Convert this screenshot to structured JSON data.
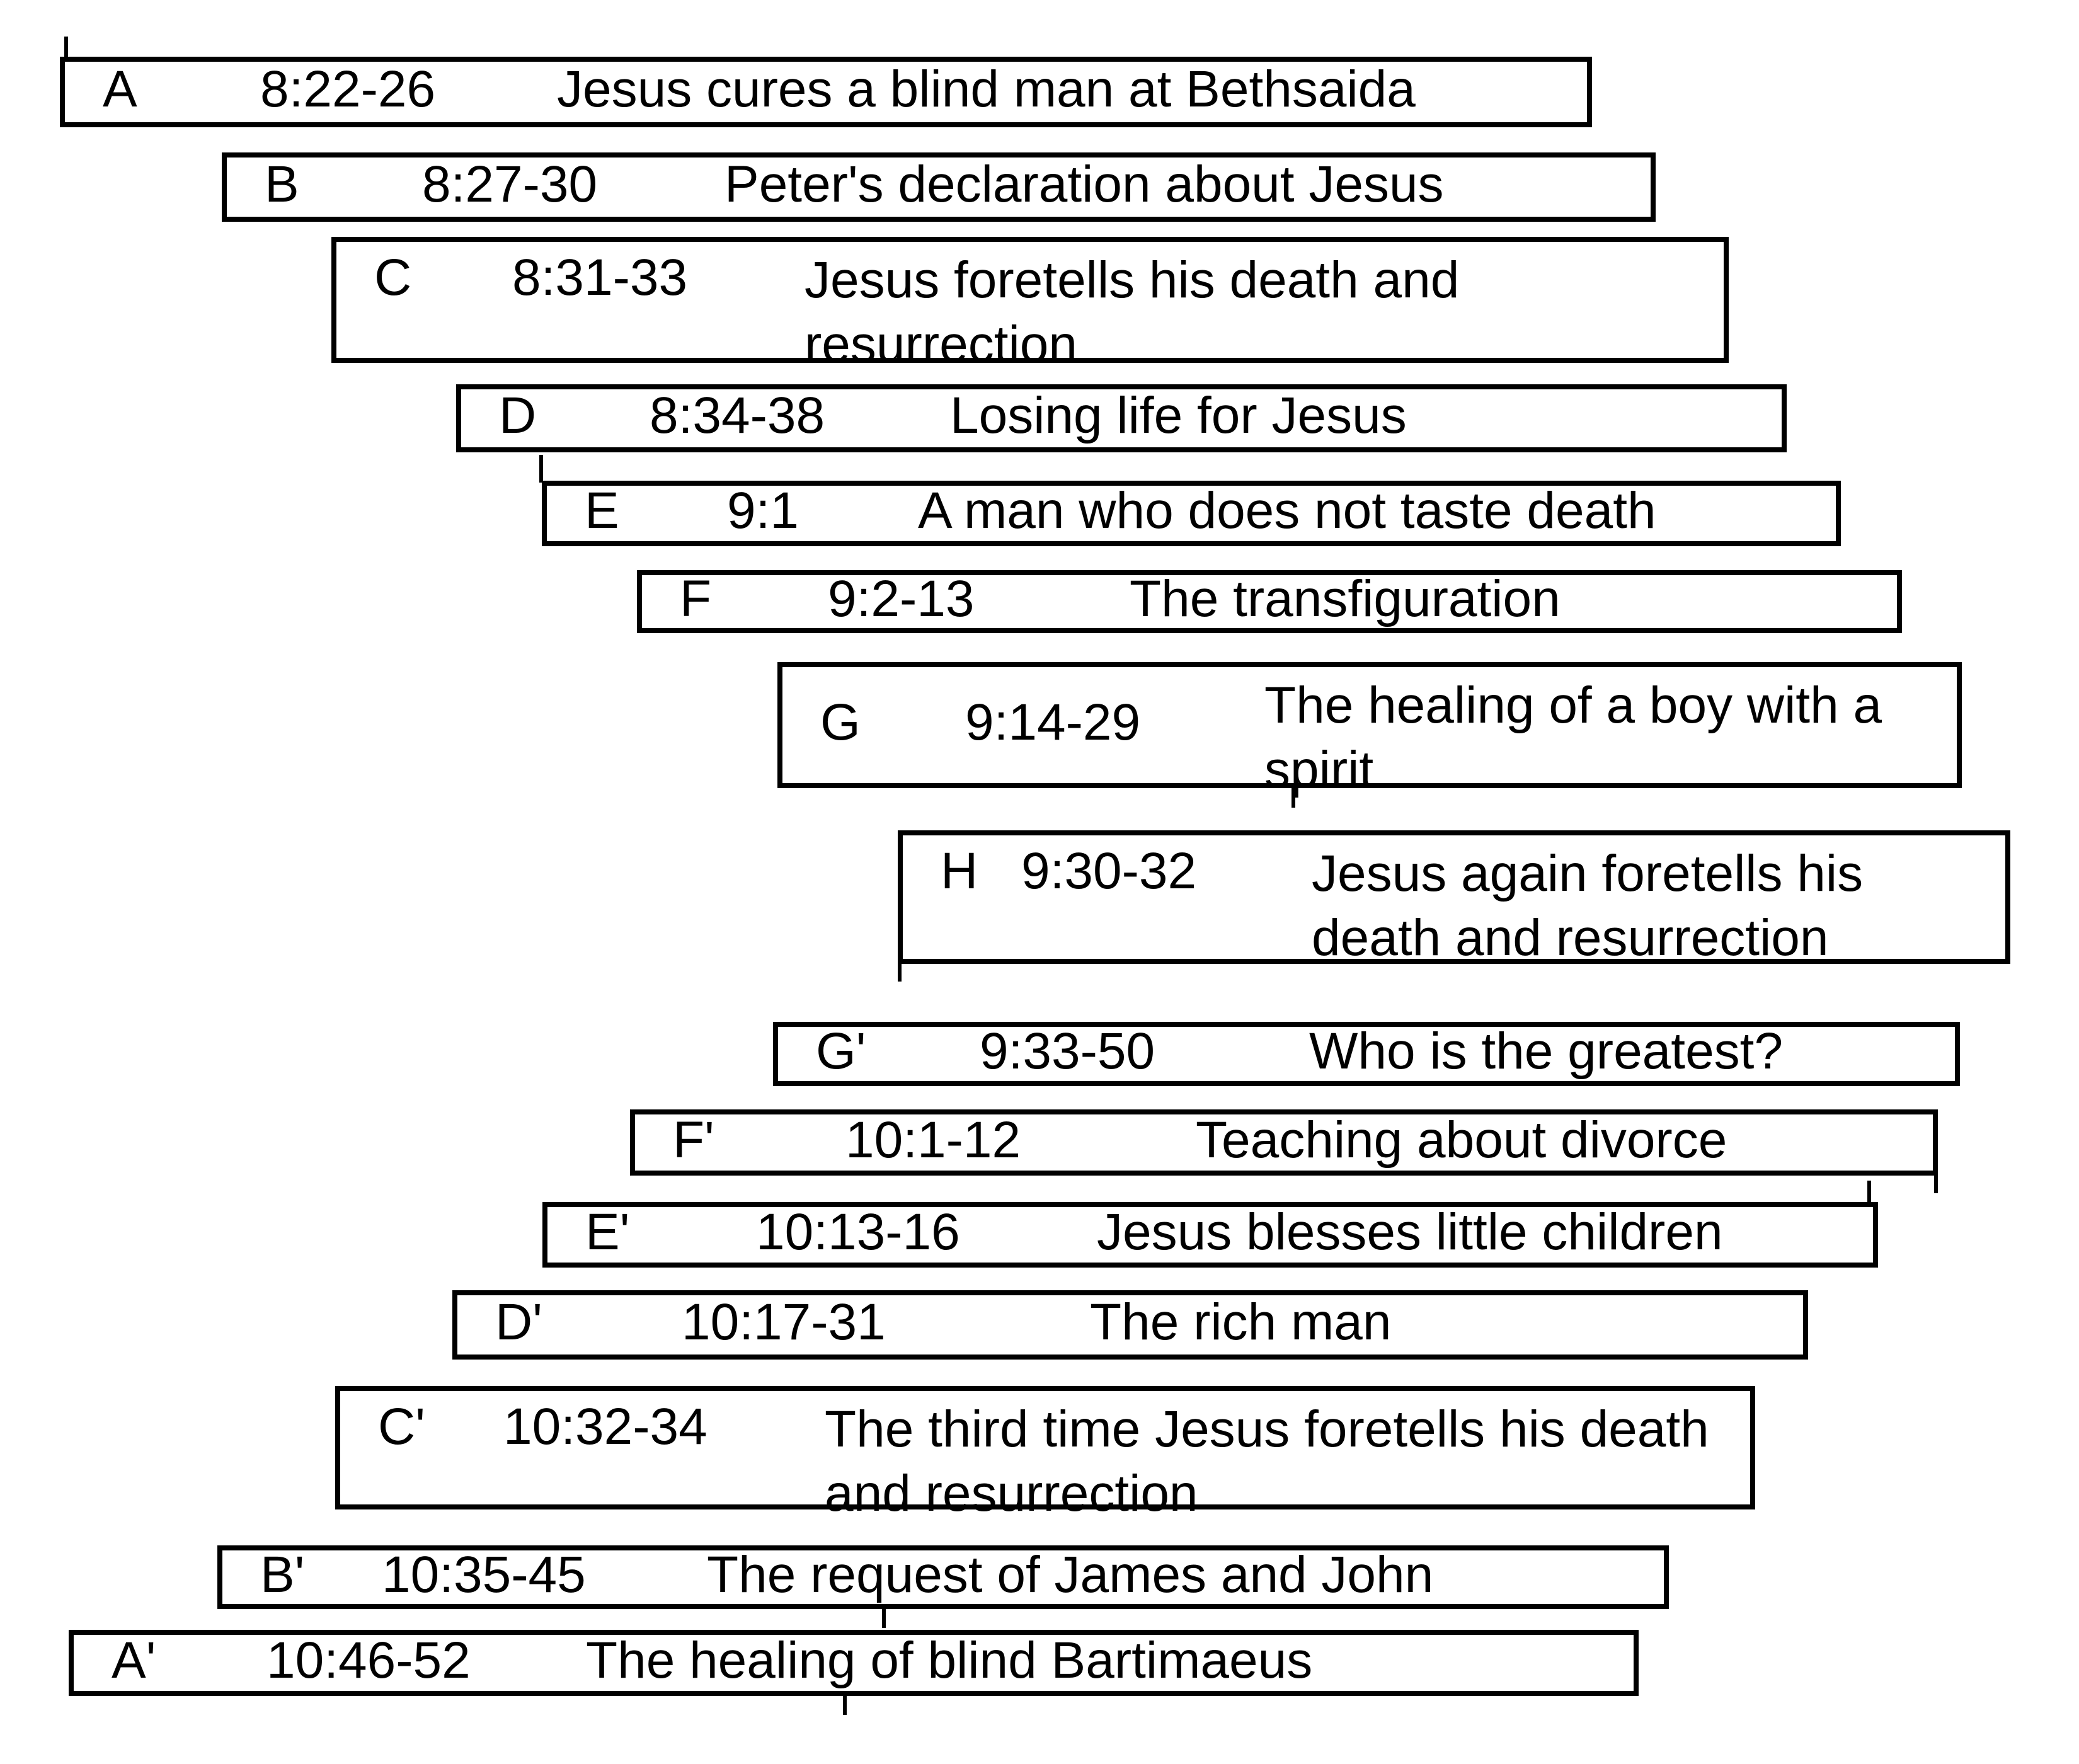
{
  "rows": [
    {
      "label": "A",
      "ref": "8:22-26",
      "desc": "Jesus cures a blind man at Bethsaida"
    },
    {
      "label": "B",
      "ref": "8:27-30",
      "desc": "Peter's declaration about Jesus"
    },
    {
      "label": "C",
      "ref": "8:31-33",
      "desc": "Jesus foretells his death and resurrection"
    },
    {
      "label": "D",
      "ref": "8:34-38",
      "desc": "Losing life for Jesus"
    },
    {
      "label": "E",
      "ref": "9:1",
      "desc": "A man who does not taste death"
    },
    {
      "label": "F",
      "ref": "9:2-13",
      "desc": "The transfiguration"
    },
    {
      "label": "G",
      "ref": "9:14-29",
      "desc": "The healing of a boy with a spirit"
    },
    {
      "label": "H",
      "ref": "9:30-32",
      "desc": "Jesus again foretells his death and resurrection"
    },
    {
      "label": "G'",
      "ref": "9:33-50",
      "desc": "Who is the greatest?"
    },
    {
      "label": "F'",
      "ref": "10:1-12",
      "desc": "Teaching about divorce"
    },
    {
      "label": "E'",
      "ref": "10:13-16",
      "desc": "Jesus blesses little children"
    },
    {
      "label": "D'",
      "ref": "10:17-31",
      "desc": "The rich man"
    },
    {
      "label": "C'",
      "ref": "10:32-34",
      "desc": "The third time Jesus foretells his death and resurrection"
    },
    {
      "label": "B'",
      "ref": "10:35-45",
      "desc": "The request of James and John"
    },
    {
      "label": "A'",
      "ref": "10:46-52",
      "desc": "The healing of blind Bartimaeus"
    }
  ],
  "colors": {
    "box_border": "#000000",
    "box_fill": "#ffffff",
    "background": "#ffffff"
  }
}
